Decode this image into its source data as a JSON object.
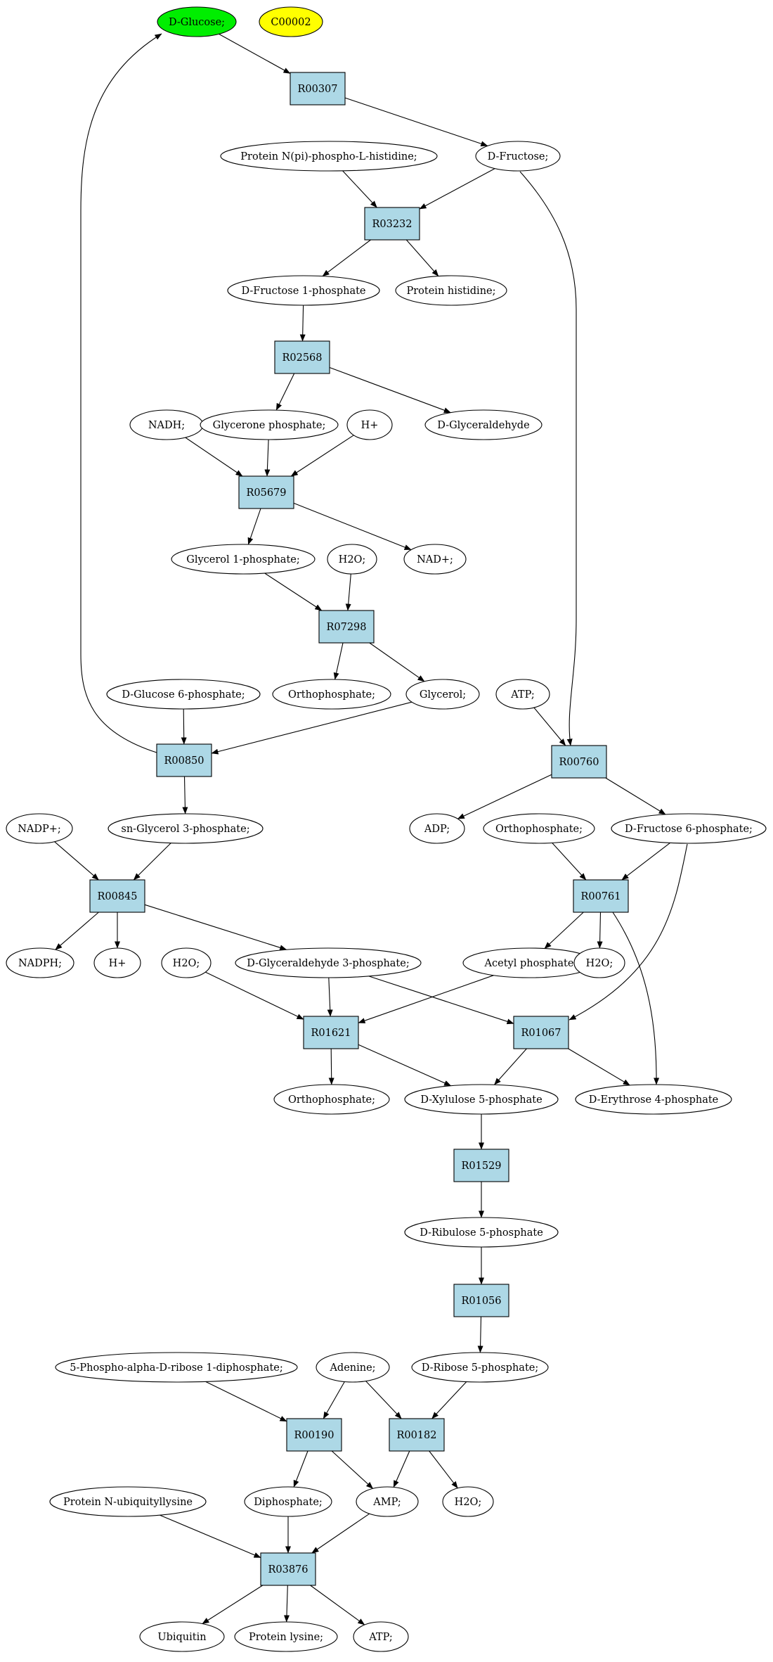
{
  "diagram": {
    "type": "metabolic-pathway-graph",
    "colors": {
      "reaction_fill": "#add8e6",
      "start_fill": "#00ee00",
      "highlight_fill": "#ffff00",
      "metabolite_fill": "#ffffff"
    },
    "metabolites": [
      {
        "id": "glc",
        "label": "D-Glucose;",
        "fill": "#00ee00"
      },
      {
        "id": "c2",
        "label": "C00002",
        "fill": "#ffff00"
      },
      {
        "id": "pnph",
        "label": "Protein N(pi)-phospho-L-histidine;"
      },
      {
        "id": "fru",
        "label": "D-Fructose;"
      },
      {
        "id": "f1p",
        "label": "D-Fructose 1-phosphate"
      },
      {
        "id": "phis",
        "label": "Protein histidine;"
      },
      {
        "id": "nadh",
        "label": "NADH;"
      },
      {
        "id": "glyp",
        "label": "Glycerone phosphate;"
      },
      {
        "id": "hp1",
        "label": "H+"
      },
      {
        "id": "dga",
        "label": "D-Glyceraldehyde"
      },
      {
        "id": "g1p",
        "label": "Glycerol 1-phosphate;"
      },
      {
        "id": "h2o1",
        "label": "H2O;"
      },
      {
        "id": "nadp1",
        "label": "NAD+;"
      },
      {
        "id": "dg6p",
        "label": "D-Glucose 6-phosphate;"
      },
      {
        "id": "orth1",
        "label": "Orthophosphate;"
      },
      {
        "id": "glyc",
        "label": "Glycerol;"
      },
      {
        "id": "atp1",
        "label": "ATP;"
      },
      {
        "id": "nadp2",
        "label": "NADP+;"
      },
      {
        "id": "sng3p",
        "label": "sn-Glycerol 3-phosphate;"
      },
      {
        "id": "adp",
        "label": "ADP;"
      },
      {
        "id": "orth2",
        "label": "Orthophosphate;"
      },
      {
        "id": "f6p",
        "label": "D-Fructose 6-phosphate;"
      },
      {
        "id": "nadph",
        "label": "NADPH;"
      },
      {
        "id": "hp2",
        "label": "H+"
      },
      {
        "id": "h2o2",
        "label": "H2O;"
      },
      {
        "id": "ga3p",
        "label": "D-Glyceraldehyde 3-phosphate;"
      },
      {
        "id": "acp",
        "label": "Acetyl phosphate"
      },
      {
        "id": "h2o3",
        "label": "H2O;"
      },
      {
        "id": "orth3",
        "label": "Orthophosphate;"
      },
      {
        "id": "x5p",
        "label": "D-Xylulose 5-phosphate"
      },
      {
        "id": "e4p",
        "label": "D-Erythrose 4-phosphate"
      },
      {
        "id": "ru5p",
        "label": "D-Ribulose 5-phosphate"
      },
      {
        "id": "prpp",
        "label": "5-Phospho-alpha-D-ribose 1-diphosphate;"
      },
      {
        "id": "ade",
        "label": "Adenine;"
      },
      {
        "id": "r5p",
        "label": "D-Ribose 5-phosphate;"
      },
      {
        "id": "pnu",
        "label": "Protein N-ubiquityllysine"
      },
      {
        "id": "dip",
        "label": "Diphosphate;"
      },
      {
        "id": "amp",
        "label": "AMP;"
      },
      {
        "id": "h2o4",
        "label": "H2O;"
      },
      {
        "id": "ubq",
        "label": "Ubiquitin"
      },
      {
        "id": "plys",
        "label": "Protein lysine;"
      },
      {
        "id": "atp2",
        "label": "ATP;"
      }
    ],
    "reactions": [
      {
        "id": "R00307",
        "label": "R00307"
      },
      {
        "id": "R03232",
        "label": "R03232"
      },
      {
        "id": "R02568",
        "label": "R02568"
      },
      {
        "id": "R05679",
        "label": "R05679"
      },
      {
        "id": "R07298",
        "label": "R07298"
      },
      {
        "id": "R00850",
        "label": "R00850"
      },
      {
        "id": "R00760",
        "label": "R00760"
      },
      {
        "id": "R00845",
        "label": "R00845"
      },
      {
        "id": "R00761",
        "label": "R00761"
      },
      {
        "id": "R01621",
        "label": "R01621"
      },
      {
        "id": "R01067",
        "label": "R01067"
      },
      {
        "id": "R01529",
        "label": "R01529"
      },
      {
        "id": "R01056",
        "label": "R01056"
      },
      {
        "id": "R00190",
        "label": "R00190"
      },
      {
        "id": "R00182",
        "label": "R00182"
      },
      {
        "id": "R03876",
        "label": "R03876"
      }
    ],
    "edges": [
      {
        "from": "glc",
        "to": "R00307"
      },
      {
        "from": "R00307",
        "to": "fru"
      },
      {
        "from": "pnph",
        "to": "R03232"
      },
      {
        "from": "fru",
        "to": "R03232"
      },
      {
        "from": "fru",
        "to": "R00760"
      },
      {
        "from": "R03232",
        "to": "f1p"
      },
      {
        "from": "R03232",
        "to": "phis"
      },
      {
        "from": "f1p",
        "to": "R02568"
      },
      {
        "from": "R02568",
        "to": "glyp"
      },
      {
        "from": "R02568",
        "to": "dga"
      },
      {
        "from": "nadh",
        "to": "R05679"
      },
      {
        "from": "glyp",
        "to": "R05679"
      },
      {
        "from": "hp1",
        "to": "R05679"
      },
      {
        "from": "R05679",
        "to": "g1p"
      },
      {
        "from": "R05679",
        "to": "nadp1"
      },
      {
        "from": "g1p",
        "to": "R07298"
      },
      {
        "from": "h2o1",
        "to": "R07298"
      },
      {
        "from": "R07298",
        "to": "orth1"
      },
      {
        "from": "R07298",
        "to": "glyc"
      },
      {
        "from": "dg6p",
        "to": "R00850"
      },
      {
        "from": "glyc",
        "to": "R00850"
      },
      {
        "from": "R00850",
        "to": "glc"
      },
      {
        "from": "R00850",
        "to": "sng3p"
      },
      {
        "from": "atp1",
        "to": "R00760"
      },
      {
        "from": "R00760",
        "to": "adp"
      },
      {
        "from": "R00760",
        "to": "f6p"
      },
      {
        "from": "nadp2",
        "to": "R00845"
      },
      {
        "from": "sng3p",
        "to": "R00845"
      },
      {
        "from": "R00845",
        "to": "nadph"
      },
      {
        "from": "R00845",
        "to": "hp2"
      },
      {
        "from": "R00845",
        "to": "ga3p"
      },
      {
        "from": "orth2",
        "to": "R00761"
      },
      {
        "from": "f6p",
        "to": "R00761"
      },
      {
        "from": "f6p",
        "to": "R01067"
      },
      {
        "from": "R00761",
        "to": "acp"
      },
      {
        "from": "R00761",
        "to": "h2o3"
      },
      {
        "from": "R00761",
        "to": "e4p"
      },
      {
        "from": "h2o2",
        "to": "R01621"
      },
      {
        "from": "ga3p",
        "to": "R01621"
      },
      {
        "from": "ga3p",
        "to": "R01067"
      },
      {
        "from": "acp",
        "to": "R01621"
      },
      {
        "from": "R01621",
        "to": "orth3"
      },
      {
        "from": "R01621",
        "to": "x5p"
      },
      {
        "from": "R01067",
        "to": "x5p"
      },
      {
        "from": "R01067",
        "to": "e4p"
      },
      {
        "from": "x5p",
        "to": "R01529"
      },
      {
        "from": "R01529",
        "to": "ru5p"
      },
      {
        "from": "ru5p",
        "to": "R01056"
      },
      {
        "from": "R01056",
        "to": "r5p"
      },
      {
        "from": "prpp",
        "to": "R00190"
      },
      {
        "from": "ade",
        "to": "R00190"
      },
      {
        "from": "ade",
        "to": "R00182"
      },
      {
        "from": "r5p",
        "to": "R00182"
      },
      {
        "from": "R00190",
        "to": "dip"
      },
      {
        "from": "R00190",
        "to": "amp"
      },
      {
        "from": "R00182",
        "to": "amp"
      },
      {
        "from": "R00182",
        "to": "h2o4"
      },
      {
        "from": "pnu",
        "to": "R03876"
      },
      {
        "from": "dip",
        "to": "R03876"
      },
      {
        "from": "amp",
        "to": "R03876"
      },
      {
        "from": "R03876",
        "to": "ubq"
      },
      {
        "from": "R03876",
        "to": "plys"
      },
      {
        "from": "R03876",
        "to": "atp2"
      }
    ]
  }
}
